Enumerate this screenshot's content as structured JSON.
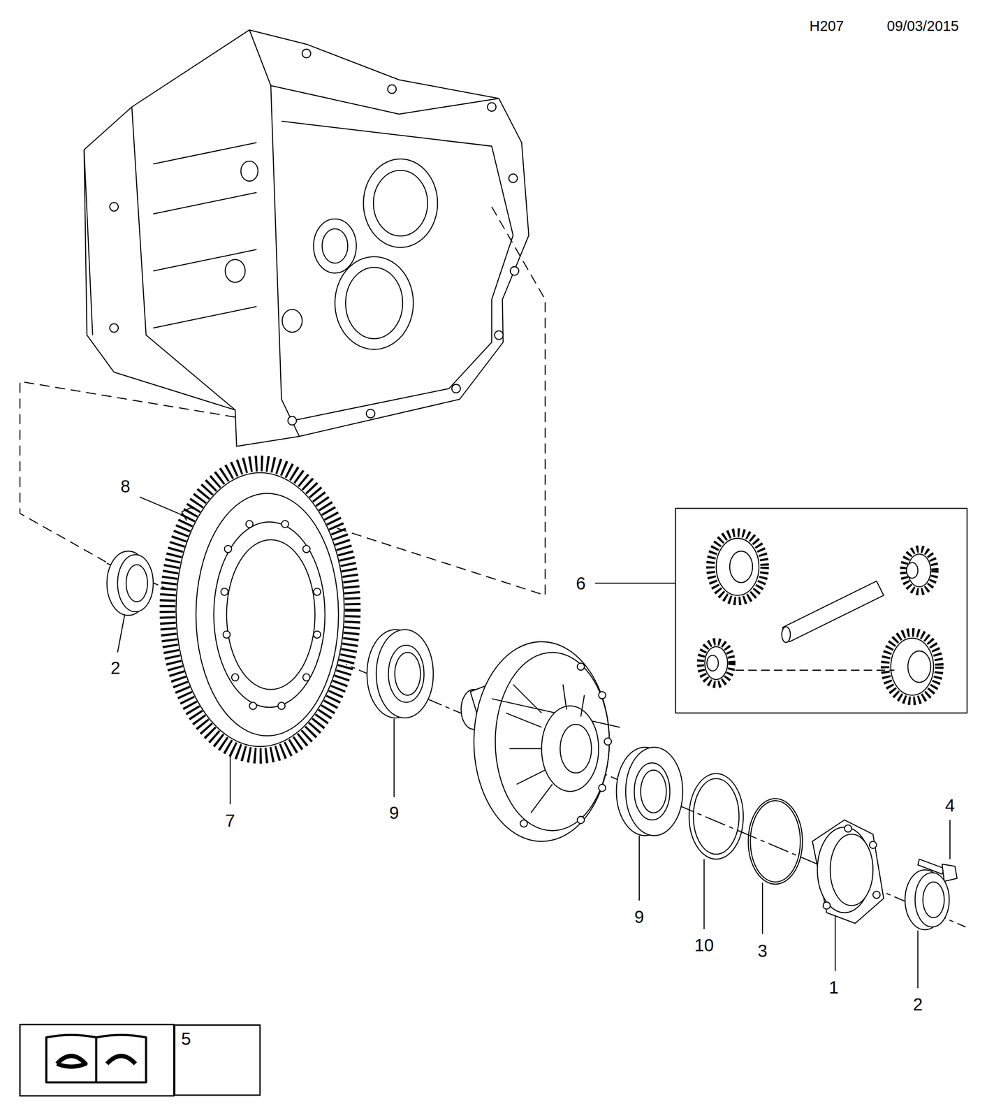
{
  "diagram": {
    "nodes": [
      {
        "text": [
          "5"
        ]
      }
    ],
    "labels": [
      "H207",
      "09/03/2015",
      "8",
      "2",
      "7",
      "9",
      "6",
      "9",
      "10",
      "3",
      "1",
      "2",
      "4"
    ]
  }
}
